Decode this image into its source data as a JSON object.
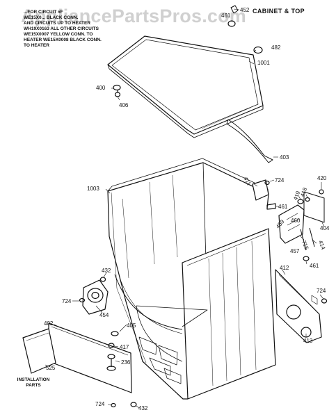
{
  "diagram": {
    "section_title": "CABINET & TOP",
    "watermark": "AppliancePartsPros.com",
    "note_lines": [
      "...FOR CIRCUIT #F",
      "WE15X0... BLACK CONN.",
      "AND CIRCUITS UP TO HEATER",
      "WH19X0163 ALL OTHER CIRCUITS",
      "WE15X0007 YELLOW CONN. TO",
      "HEATER WE15X0008 BLACK CONN.",
      "TO HEATER"
    ],
    "installation_lines": [
      "INSTALLATION",
      "PARTS"
    ],
    "part_labels": {
      "p452": "452",
      "p461top": "461",
      "p482": "482",
      "p1001": "1001",
      "p400": "400",
      "p406": "406",
      "p403": "403",
      "p1003": "1003",
      "p411": "411",
      "p724a": "724",
      "p420": "420",
      "p461a": "461",
      "p419": "419",
      "p418": "418",
      "p459": "459",
      "p460": "460",
      "p404": "404",
      "p457": "457",
      "p715": "715",
      "p414": "414",
      "p461b": "461",
      "p432a": "432",
      "p412": "412",
      "p724b": "724",
      "p724c": "724",
      "p454": "454",
      "p413": "413",
      "p402": "402",
      "p405": "405",
      "p417": "417",
      "p236": "236",
      "p525": "525",
      "p724d": "724",
      "p432b": "432"
    }
  }
}
